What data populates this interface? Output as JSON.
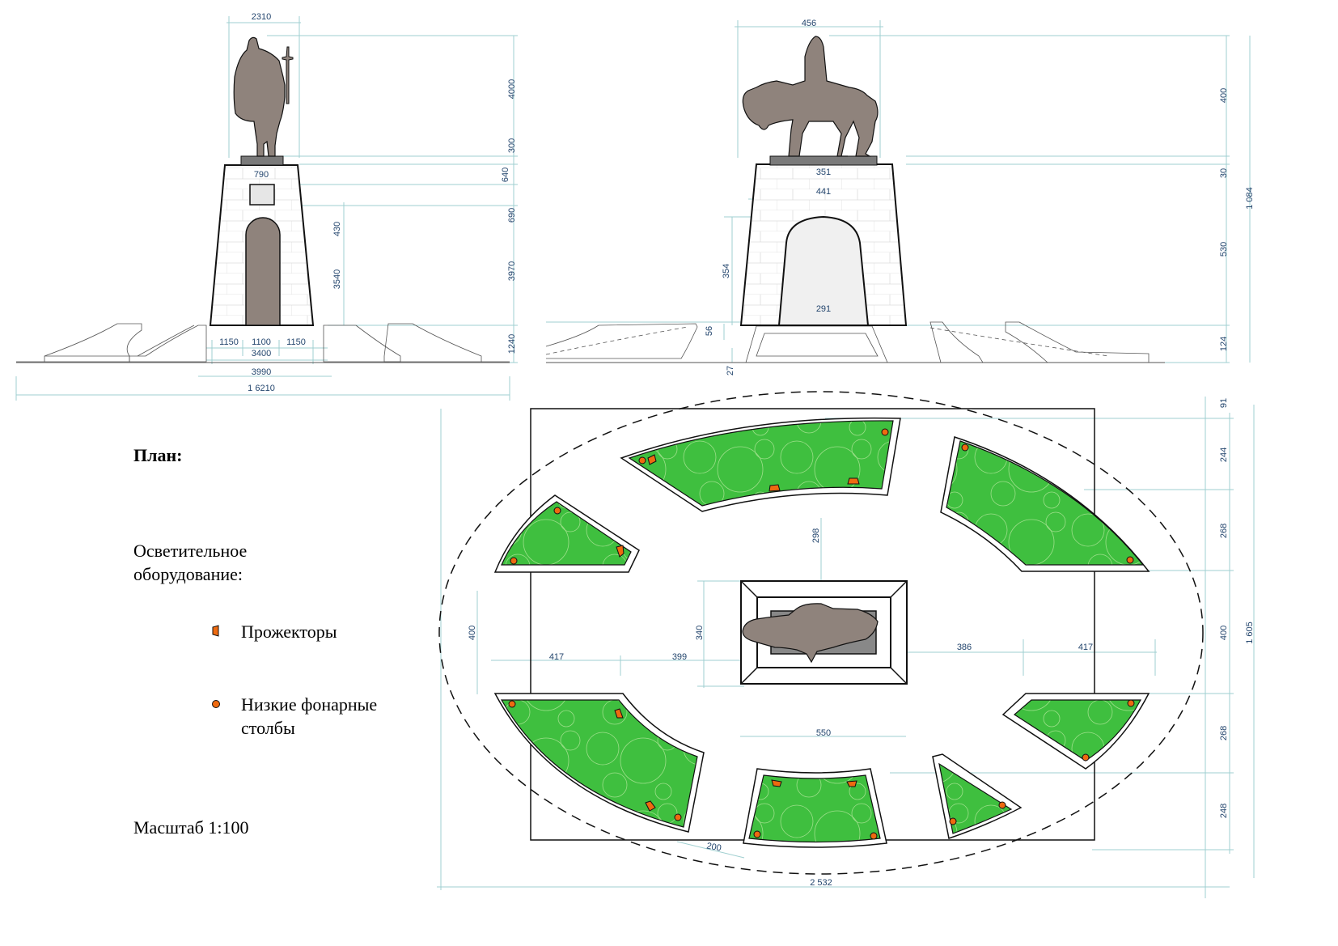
{
  "colors": {
    "statue": "#8f837c",
    "plinth": "#7a7a7a",
    "lawn": "#3fbf3f",
    "lamp": "#ee6a10",
    "dimension_text": "#24466e",
    "dimension_line": "#9fcfd0",
    "stone_fill": "#efefef"
  },
  "elevation_front": {
    "width_top": "2310",
    "plaque_width": "790",
    "base_inner": [
      "1150",
      "1100",
      "1150"
    ],
    "base_total": "3400",
    "platform": "3990",
    "overall": "1 6210",
    "arch_dims": [
      "430",
      "3540"
    ],
    "heights": [
      "4000",
      "300",
      "640",
      "690",
      "3970",
      "1240"
    ]
  },
  "elevation_side": {
    "width_top": "456",
    "plinth_top": "351",
    "pedestal_top": "441",
    "arch_base": "291",
    "arch_height": "354",
    "step": "56",
    "ground": "27",
    "heights": [
      "400",
      "30",
      "530",
      "124"
    ],
    "total_height": "1 084"
  },
  "legend": {
    "title": "План:",
    "subtitle": "Осветительное оборудование:",
    "items": [
      {
        "symbol": "floodlight-icon",
        "label": "Прожекторы"
      },
      {
        "symbol": "lamp-post-icon",
        "label": "Низкие фонарные столбы"
      }
    ],
    "scale": "Масштаб  1:100"
  },
  "plan": {
    "dim_298": "298",
    "dim_400_left": "400",
    "dim_340": "340",
    "dim_417_left": "417",
    "dim_399": "399",
    "dim_386": "386",
    "dim_417_right": "417",
    "dim_550": "550",
    "dim_200": "200",
    "overall_width": "2 532",
    "right_heights": [
      "91",
      "244",
      "268",
      "400",
      "268",
      "248"
    ],
    "overall_height": "1 605"
  }
}
